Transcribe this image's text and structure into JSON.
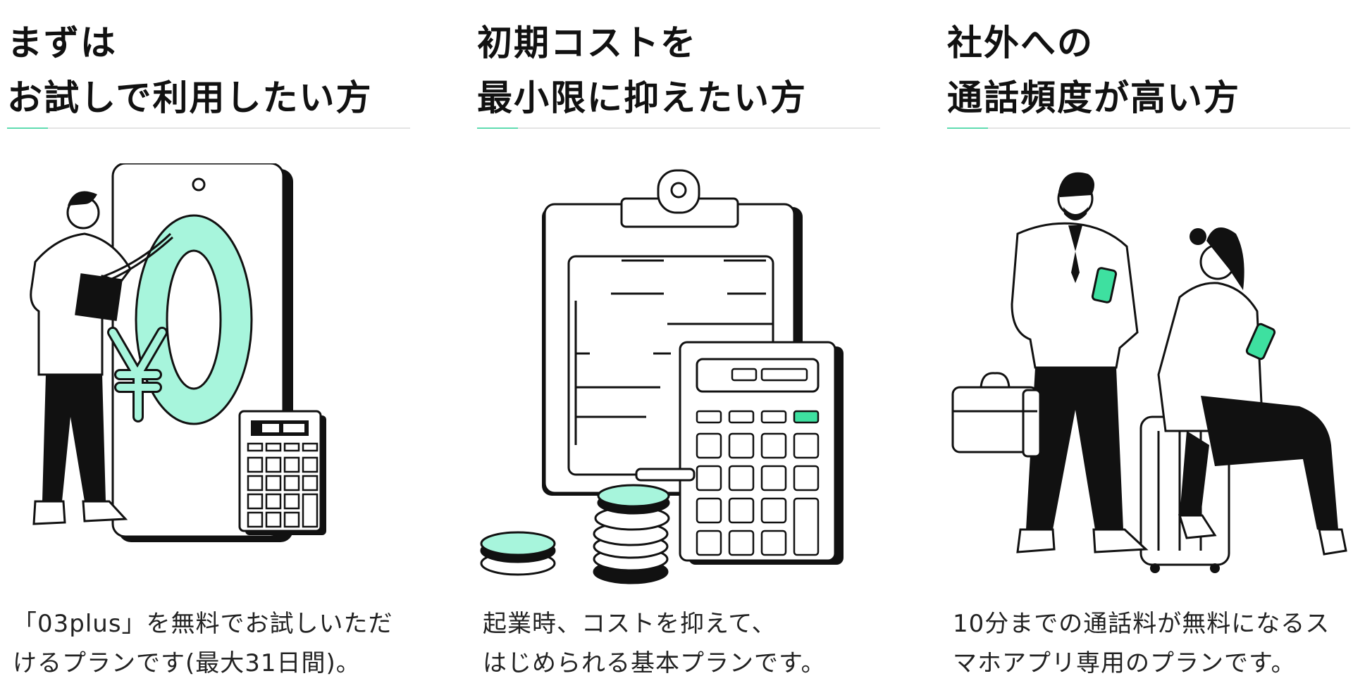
{
  "colors": {
    "accent": "#5fdcb0",
    "mint": "#a7f5dc",
    "green": "#3ee0a0",
    "ink": "#111111",
    "divider": "#e4e4e4"
  },
  "cards": [
    {
      "heading_line1": "まずは",
      "heading_line2": "お試しで利用したい方",
      "desc_line1": "「03plus」を無料でお試しいただ",
      "desc_line2": "けるプランです(最大31日間)。",
      "illustration": "person-pointing-zero-yen-calculator"
    },
    {
      "heading_line1": "初期コストを",
      "heading_line2": "最小限に抑えたい方",
      "desc_line1": "起業時、コストを抑えて、",
      "desc_line2": "はじめられる基本プランです。",
      "illustration": "clipboard-calculator-coins"
    },
    {
      "heading_line1": "社外への",
      "heading_line2": "通話頻度が高い方",
      "desc_line1": "10分までの通話料が無料になるス",
      "desc_line2": "マホアプリ専用のプランです。",
      "illustration": "business-travelers-smartphones"
    }
  ]
}
